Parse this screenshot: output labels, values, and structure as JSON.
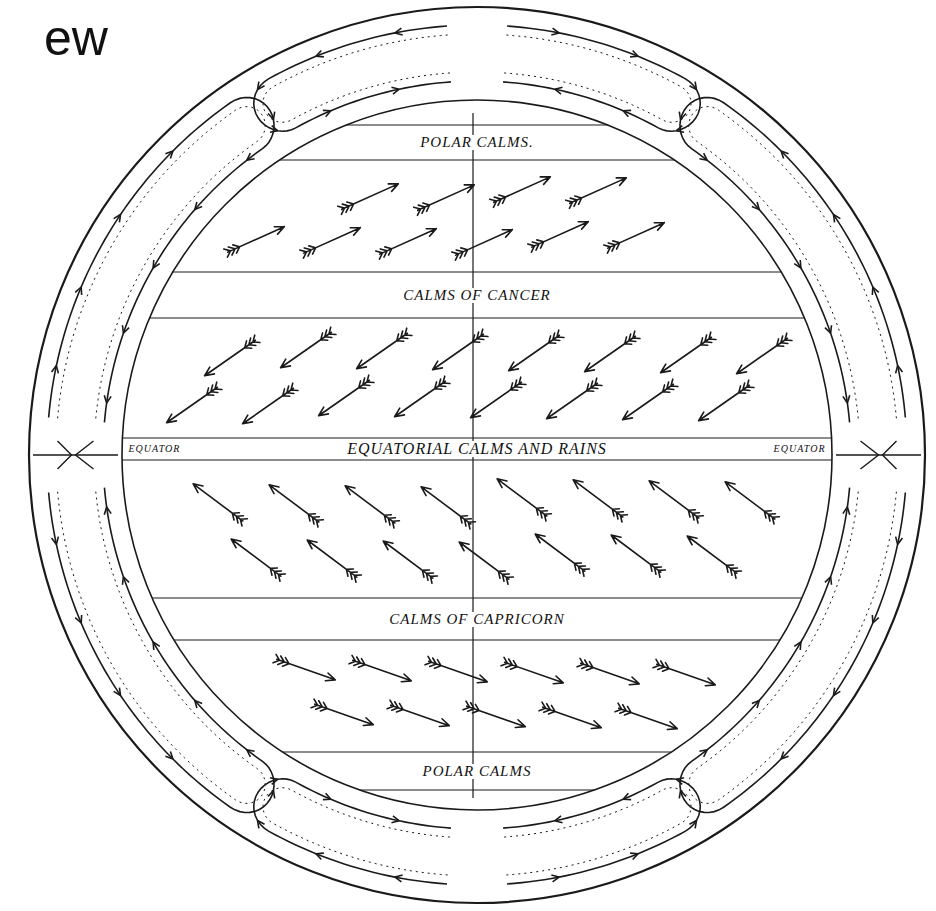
{
  "diagram": {
    "title": "ew",
    "nodes": [
      {
        "text": [
          "POLAR CALMS."
        ]
      },
      {
        "text": [
          "CALMS OF CANCER"
        ]
      },
      {
        "text": [
          "EQUATOR",
          "EQUATORIAL CALMS AND RAINS",
          "EQUATOR"
        ]
      },
      {
        "text": [
          "CALMS OF CAPRICORN"
        ]
      },
      {
        "text": [
          "POLAR CALMS"
        ]
      }
    ]
  }
}
